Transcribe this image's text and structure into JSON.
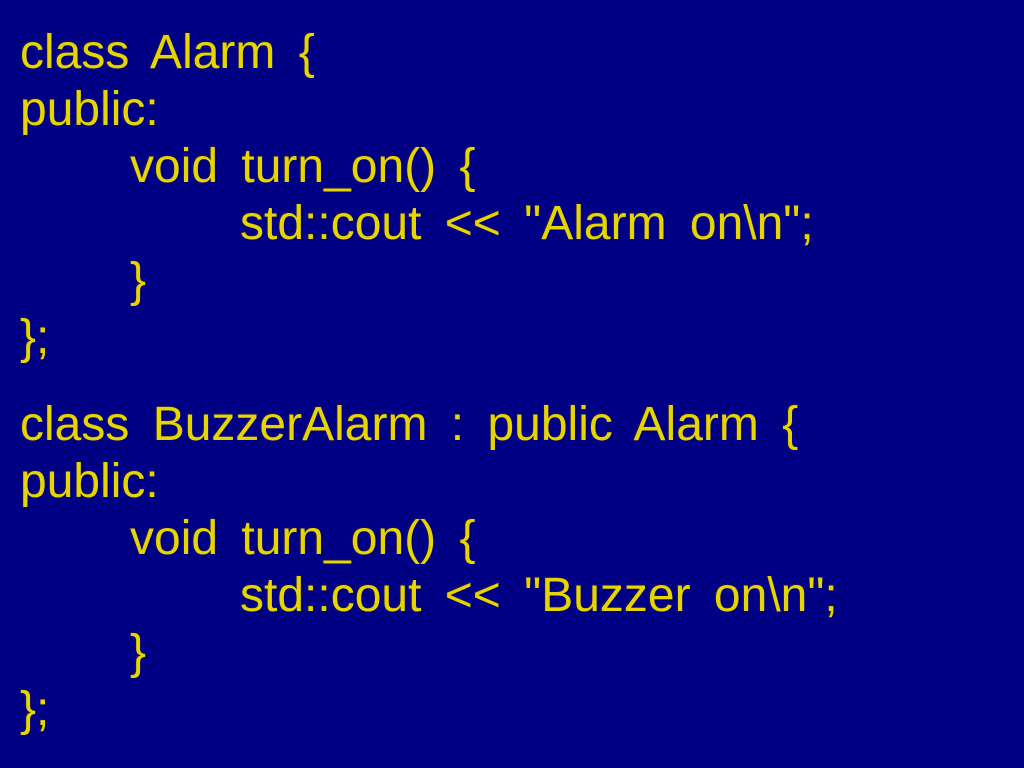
{
  "page": {
    "background_color": "#000085",
    "text_color": "#E6D500",
    "kind": "presentation-slide-code"
  },
  "code_blocks": [
    {
      "lines": [
        {
          "text": "class Alarm {",
          "indent": 0
        },
        {
          "text": "public:",
          "indent": 0
        },
        {
          "text": "void turn_on() {",
          "indent": 1
        },
        {
          "text": "std::cout << \"Alarm on\\n\";",
          "indent": 2
        },
        {
          "text": "}",
          "indent": 1
        },
        {
          "text": "};",
          "indent": 0
        }
      ]
    },
    {
      "lines": [
        {
          "text": "class BuzzerAlarm : public Alarm {",
          "indent": 0
        },
        {
          "text": "public:",
          "indent": 0
        },
        {
          "text": "void turn_on() {",
          "indent": 1
        },
        {
          "text": "std::cout << \"Buzzer on\\n\";",
          "indent": 2
        },
        {
          "text": "}",
          "indent": 1
        },
        {
          "text": "};",
          "indent": 0
        }
      ]
    }
  ]
}
